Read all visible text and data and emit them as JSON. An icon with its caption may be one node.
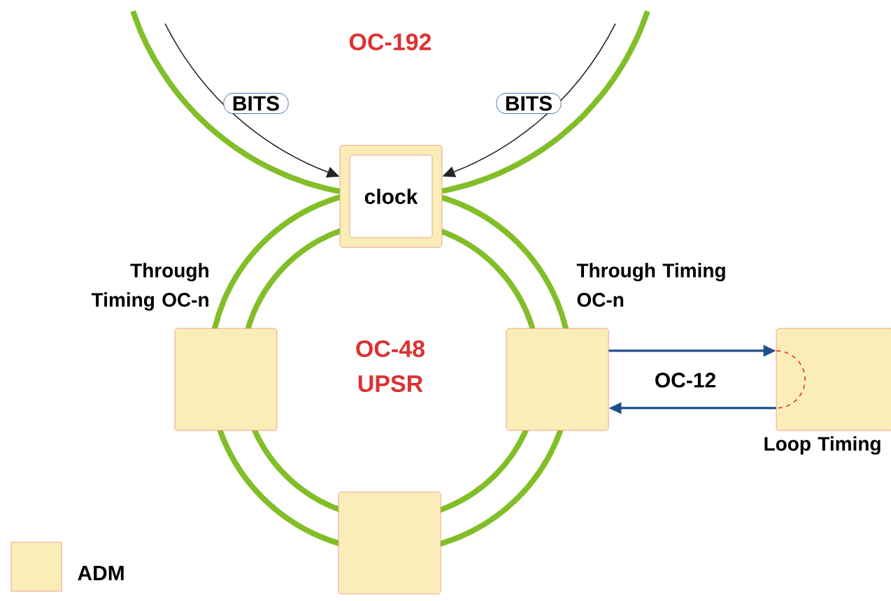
{
  "diagram": {
    "nodes": [
      {
        "text": [
          "clock"
        ]
      },
      {
        "text": [],
        "shape": "box",
        "beside": [
          "Through Timing OC-n"
        ]
      },
      {
        "text": [],
        "shape": "box",
        "beside": [
          "Through Timing OC-n"
        ]
      },
      {
        "text": [],
        "shape": "box"
      },
      {
        "text": [],
        "shape": "box",
        "beside": [
          "Loop Timing"
        ]
      }
    ],
    "edges": [
      {
        "from": null,
        "to": 0,
        "arrow": "to",
        "label": "BITS"
      },
      {
        "from": null,
        "to": 0,
        "arrow": "to",
        "label": "BITS"
      },
      {
        "from": 2,
        "to": 4,
        "arrow": "to",
        "color": "#1f4e8c"
      },
      {
        "from": 4,
        "to": 2,
        "arrow": "to",
        "label": "OC-12",
        "color": "#1f4e8c"
      }
    ],
    "labels": [
      "OC-192",
      "OC-48 UPSR"
    ],
    "legend": [
      {
        "text": "ADM",
        "color": "#fbedb8"
      }
    ]
  }
}
